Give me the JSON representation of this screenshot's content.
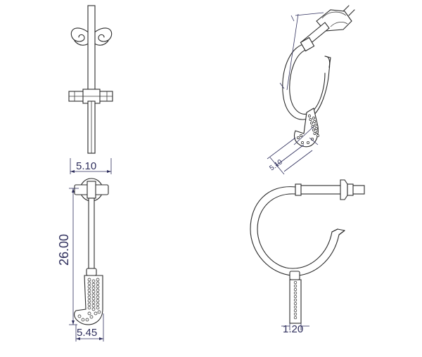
{
  "dimensions": {
    "front_post_width": "5.10",
    "front_length": "26.00",
    "front_charm_width": "5.45",
    "side_wire": "1.20",
    "iso_width": "5.10"
  }
}
